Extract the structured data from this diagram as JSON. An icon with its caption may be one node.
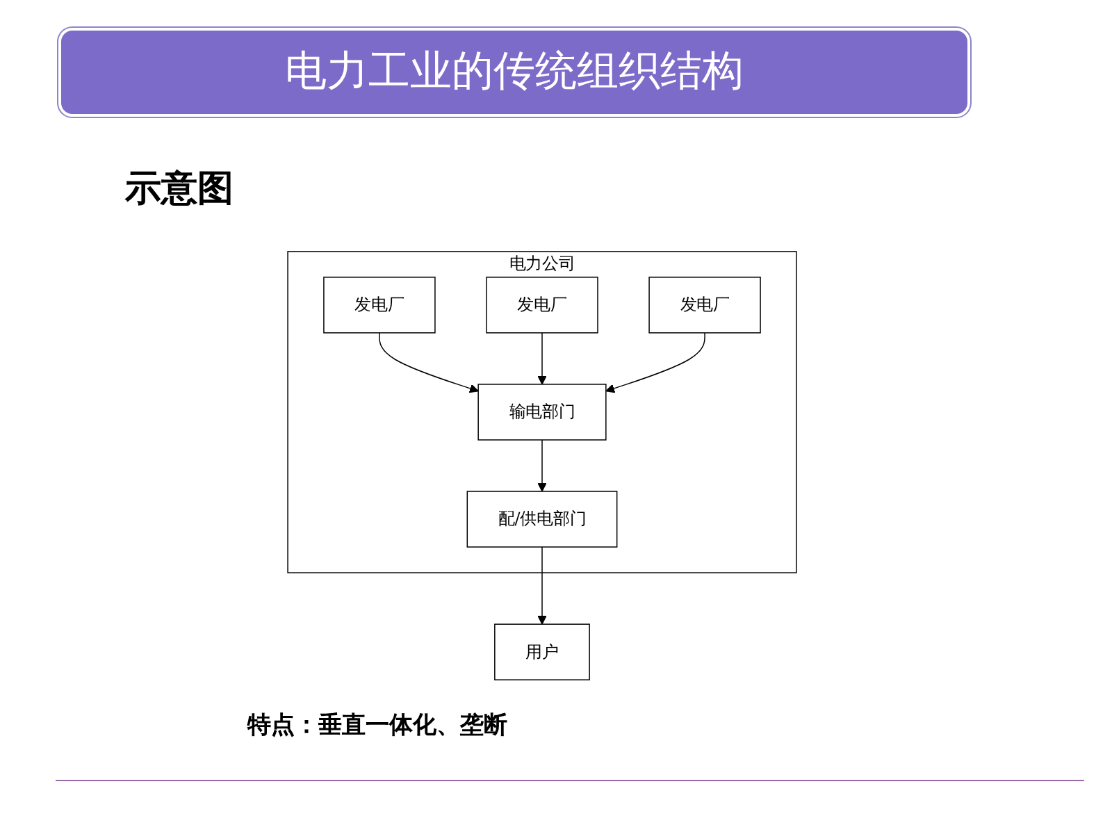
{
  "diagram": {
    "title": "电力工业的传统组织结构",
    "nodes": [
      {
        "text": [
          "电力公司"
        ]
      },
      {
        "text": [
          "发电厂"
        ],
        "in": 0
      },
      {
        "text": [
          "发电厂"
        ],
        "in": 0
      },
      {
        "text": [
          "发电厂"
        ],
        "in": 0
      },
      {
        "text": [
          "输电部门"
        ],
        "in": 0
      },
      {
        "text": [
          "配/供电部门"
        ],
        "in": 0
      },
      {
        "text": [
          "用户"
        ]
      }
    ],
    "edges": [
      {
        "from": 1,
        "to": 4,
        "arrow": "to"
      },
      {
        "from": 2,
        "to": 4,
        "arrow": "to"
      },
      {
        "from": 3,
        "to": 4,
        "arrow": "to"
      },
      {
        "from": 4,
        "to": 5,
        "arrow": "to"
      },
      {
        "from": 5,
        "to": 6,
        "arrow": "to"
      }
    ],
    "labels": [
      "示意图",
      "特点：垂直一体化、垄断"
    ]
  }
}
